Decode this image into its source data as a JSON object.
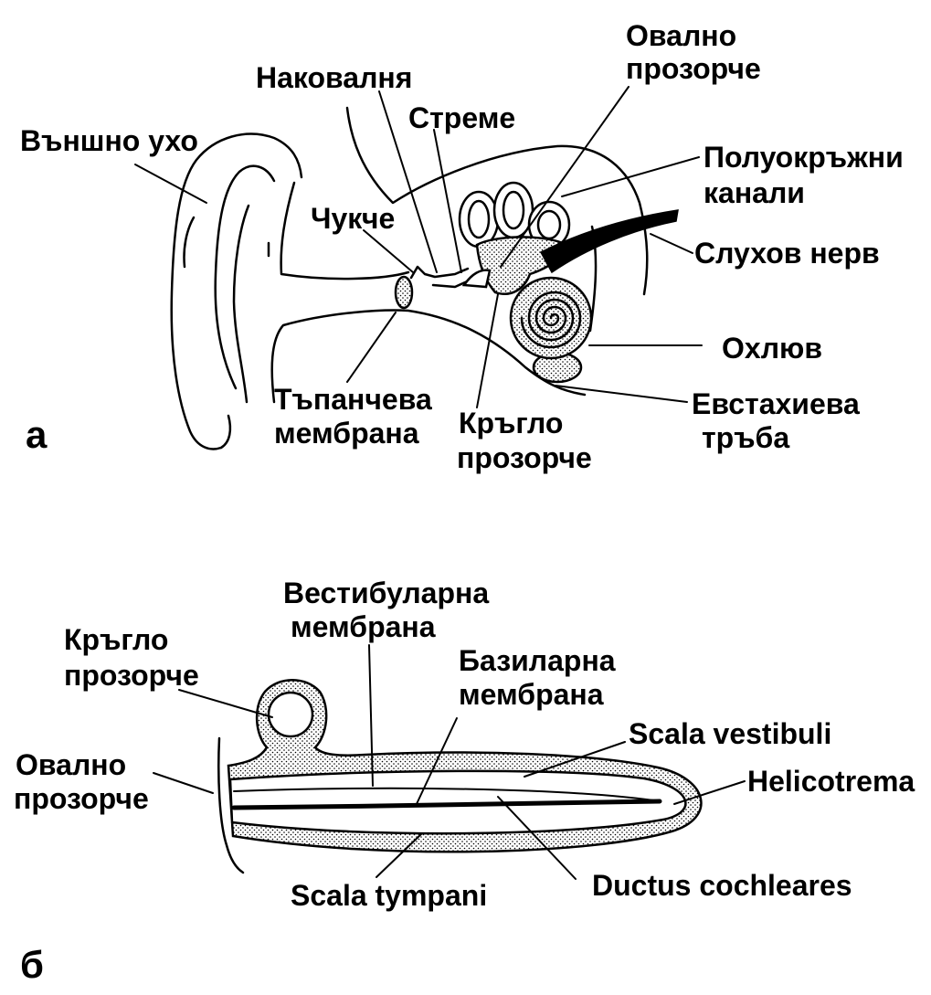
{
  "figure": {
    "panel_a": {
      "panel_label": "а",
      "labels": {
        "oval_window": [
          "Овално",
          "прозорче"
        ],
        "incus": [
          "Наковалня"
        ],
        "stapes": [
          "Стреме"
        ],
        "outer_ear": [
          "Външно ухо"
        ],
        "semicircular_canals": [
          "Полуокръжни",
          "канали"
        ],
        "malleus": [
          "Чукче"
        ],
        "auditory_nerve": [
          "Слухов нерв"
        ],
        "cochlea": [
          "Охлюв"
        ],
        "tympanic_membrane": [
          "Тъпанчева",
          "мембрана"
        ],
        "round_window": [
          "Кръгло",
          "прозорче"
        ],
        "eustachian_tube": [
          "Евстахиева",
          "тръба"
        ]
      }
    },
    "panel_b": {
      "panel_label": "б",
      "labels": {
        "vestibular_membrane": [
          "Вестибуларна",
          "мембрана"
        ],
        "round_window": [
          "Кръгло",
          "прозорче"
        ],
        "basilar_membrane": [
          "Базиларна",
          "мембрана"
        ],
        "scala_vestibuli": [
          "Scala vestibuli"
        ],
        "oval_window": [
          "Овално",
          "прозорче"
        ],
        "helicotrema": [
          "Helicotrema"
        ],
        "ductus_cochleares": [
          "Ductus cochleares"
        ],
        "scala_tympani": [
          "Scala tympani"
        ]
      }
    }
  },
  "colors": {
    "ink": "#000000",
    "background": "#ffffff"
  }
}
